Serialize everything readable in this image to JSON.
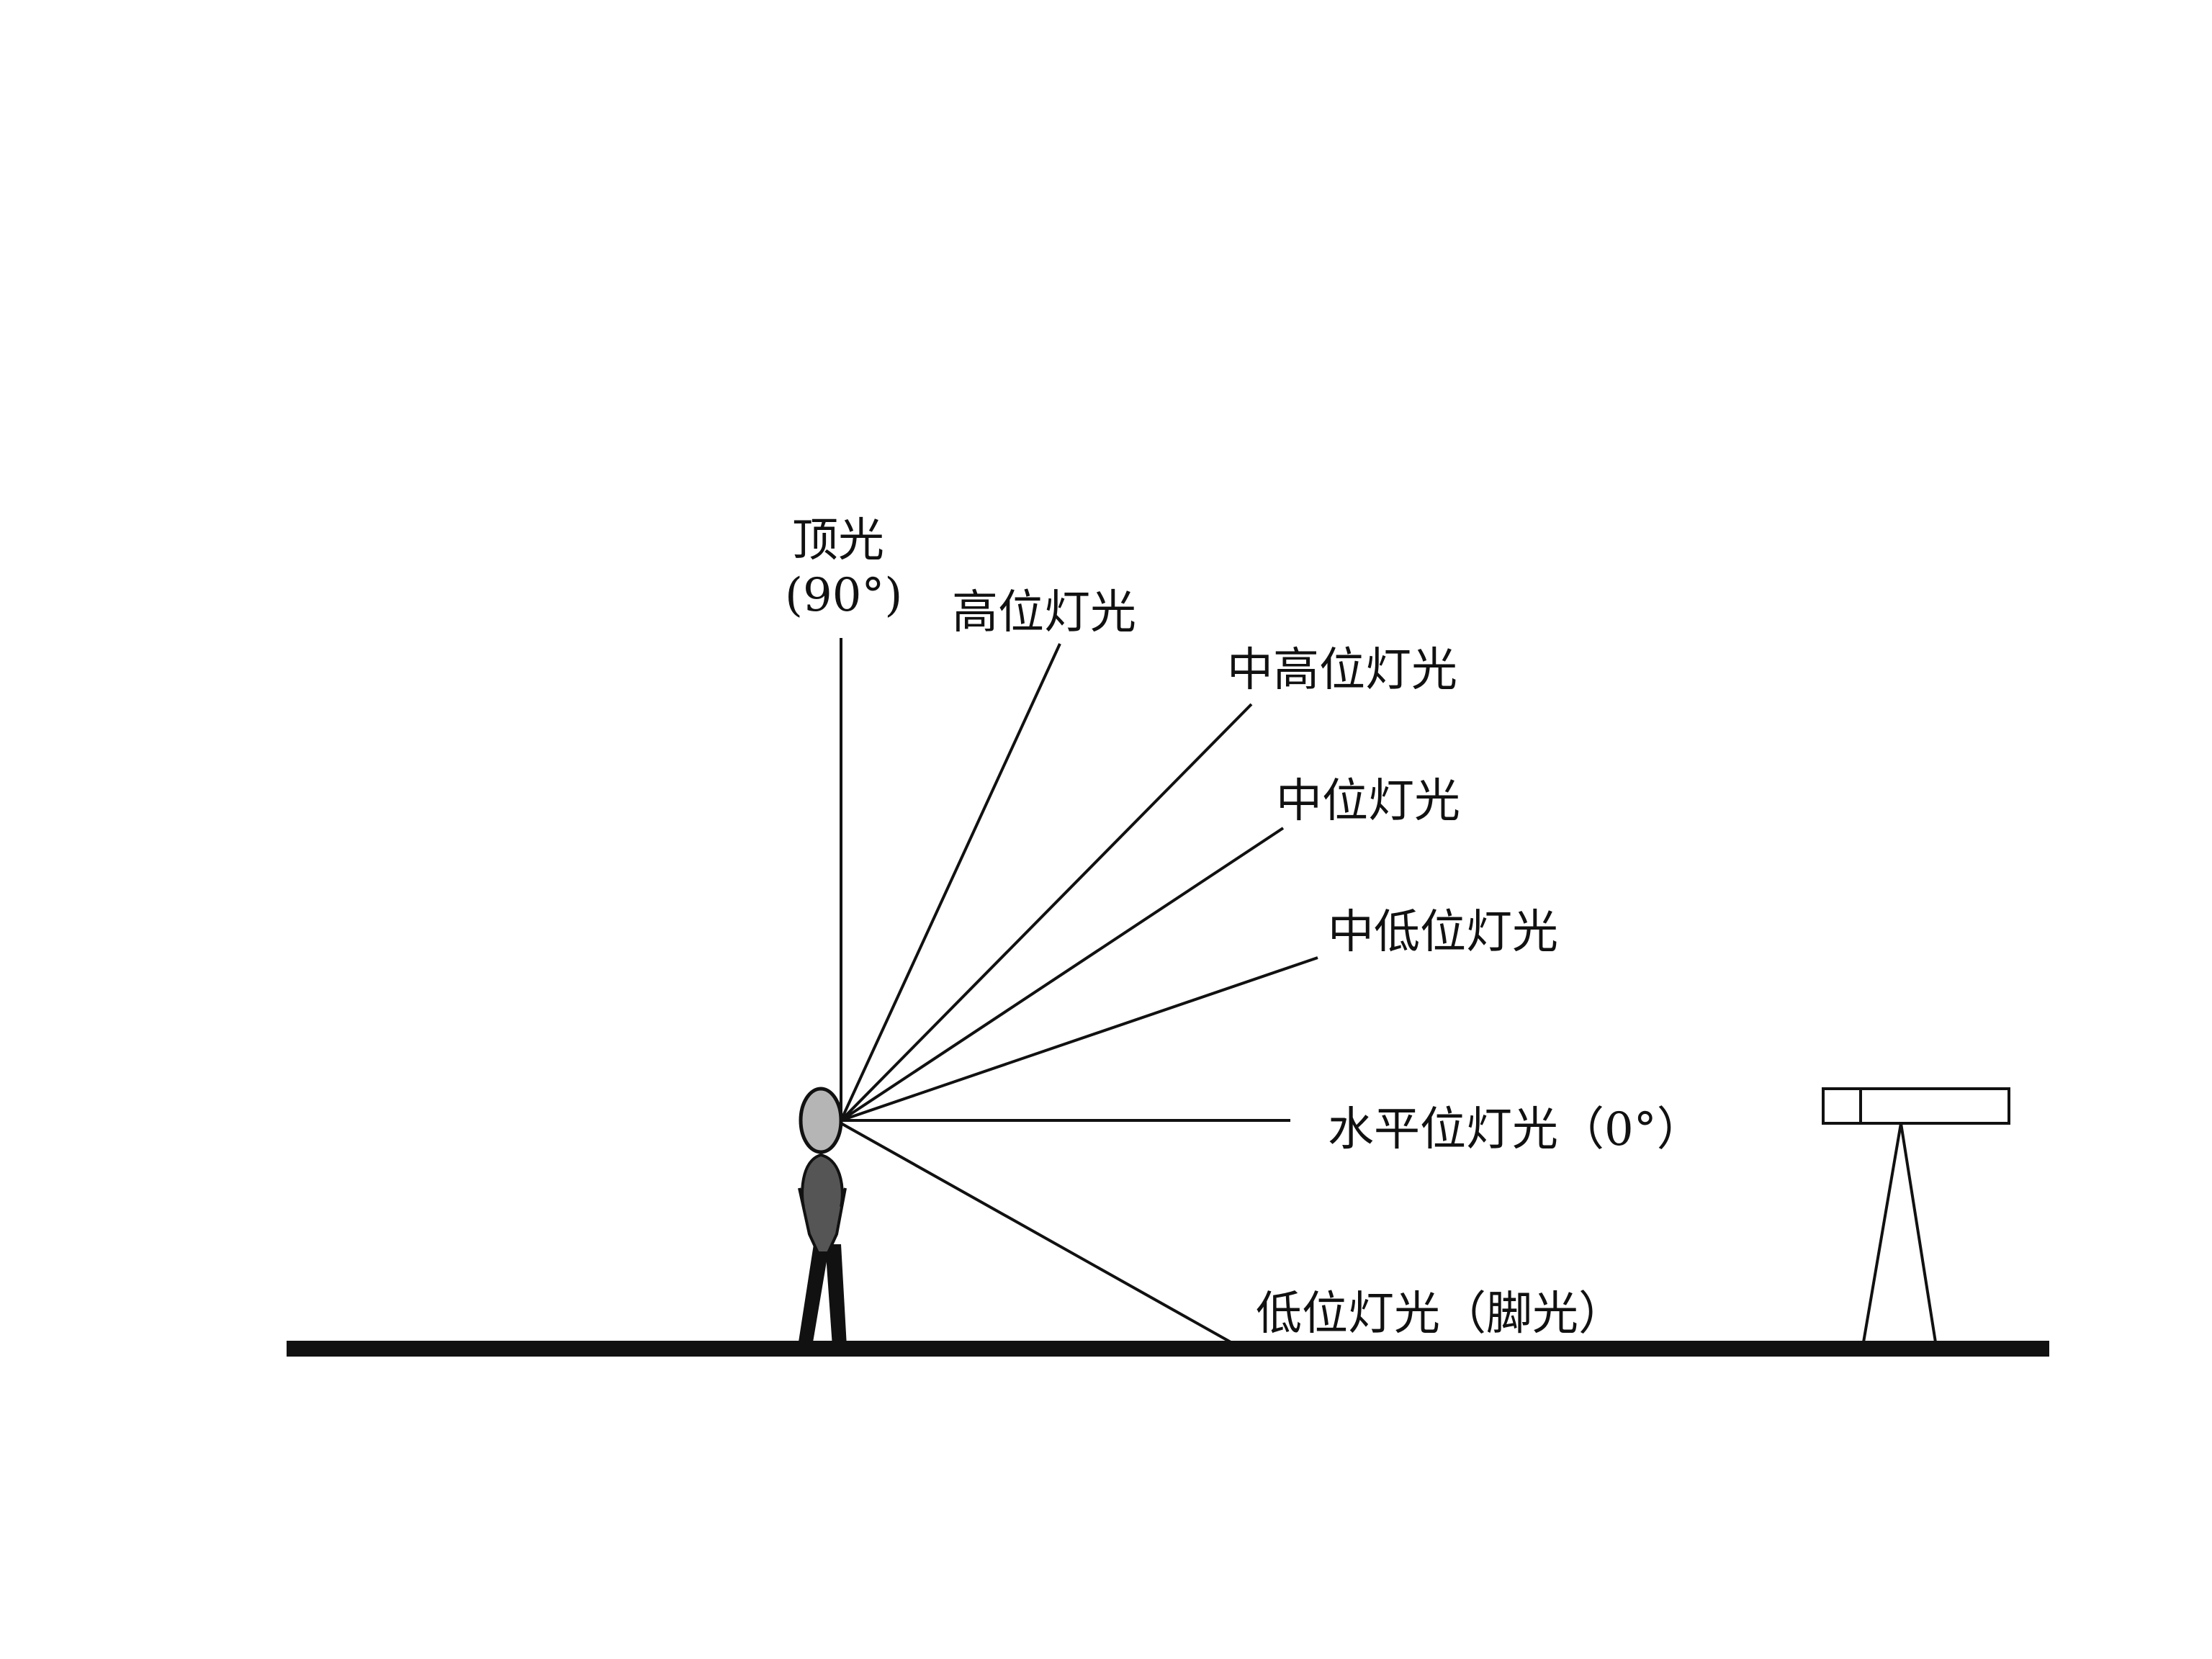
{
  "labels": {
    "top_light_line1": "顶光",
    "top_light_line2": "(90°)",
    "high_light": "高位灯光",
    "mid_high_light": "中高位灯光",
    "mid_light": "中位灯光",
    "mid_low_light": "中低位灯光",
    "horizontal_light": "水平位灯光（0°）",
    "low_light": "低位灯光（脚光）"
  },
  "colors": {
    "line": "#111111",
    "head_fill": "#b5b5b5",
    "body_fill": "#555555"
  }
}
